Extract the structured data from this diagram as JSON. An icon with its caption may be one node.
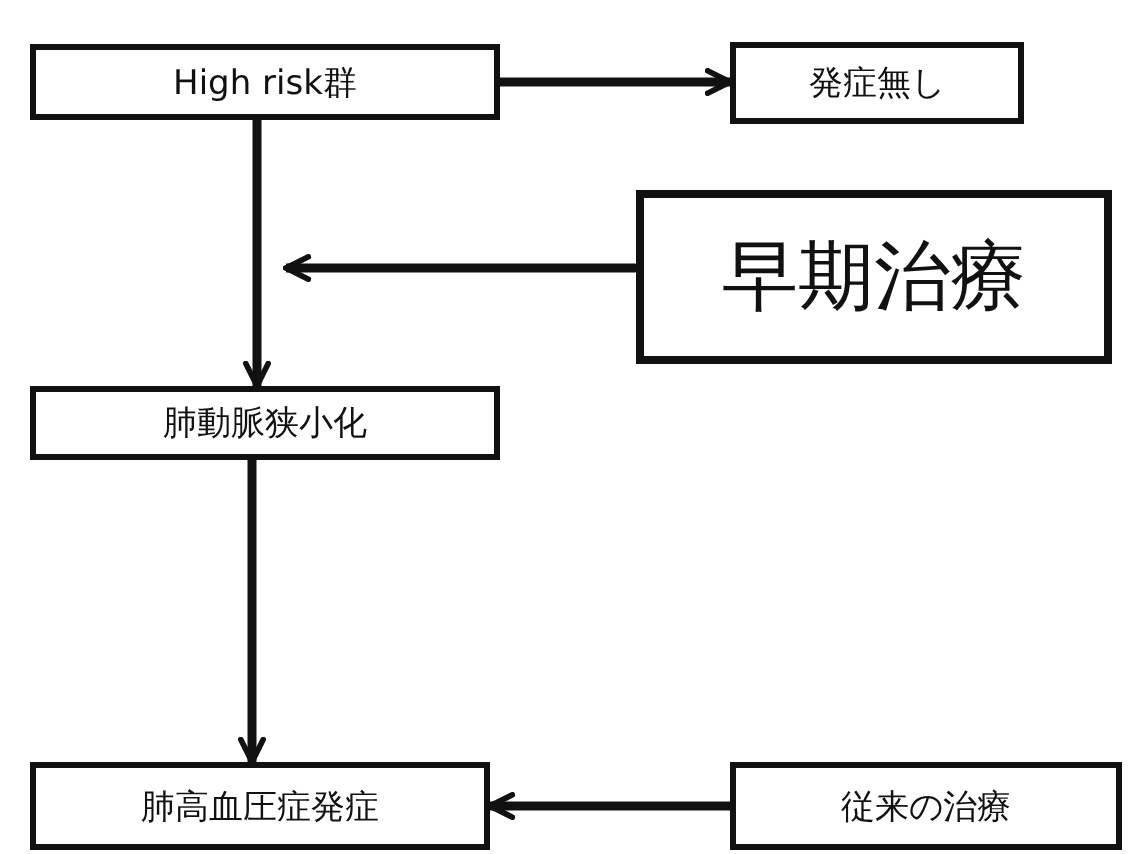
{
  "diagram": {
    "nodes": [
      {
        "text": [
          "High risk群"
        ]
      },
      {
        "text": [
          "発症無し"
        ]
      },
      {
        "text": [
          "早期治療"
        ]
      },
      {
        "text": [
          "肺動脈狭小化"
        ]
      },
      {
        "text": [
          "肺高血圧症発症"
        ]
      },
      {
        "text": [
          "従来の治療"
        ]
      }
    ],
    "edges": [
      {
        "from": 0,
        "to": 1,
        "arrow": "to"
      },
      {
        "from": 0,
        "to": 3,
        "arrow": "to"
      },
      {
        "from": 2,
        "to": null,
        "arrow": "to"
      },
      {
        "from": 3,
        "to": 4,
        "arrow": "to"
      },
      {
        "from": 5,
        "to": 4,
        "arrow": "to"
      }
    ]
  }
}
